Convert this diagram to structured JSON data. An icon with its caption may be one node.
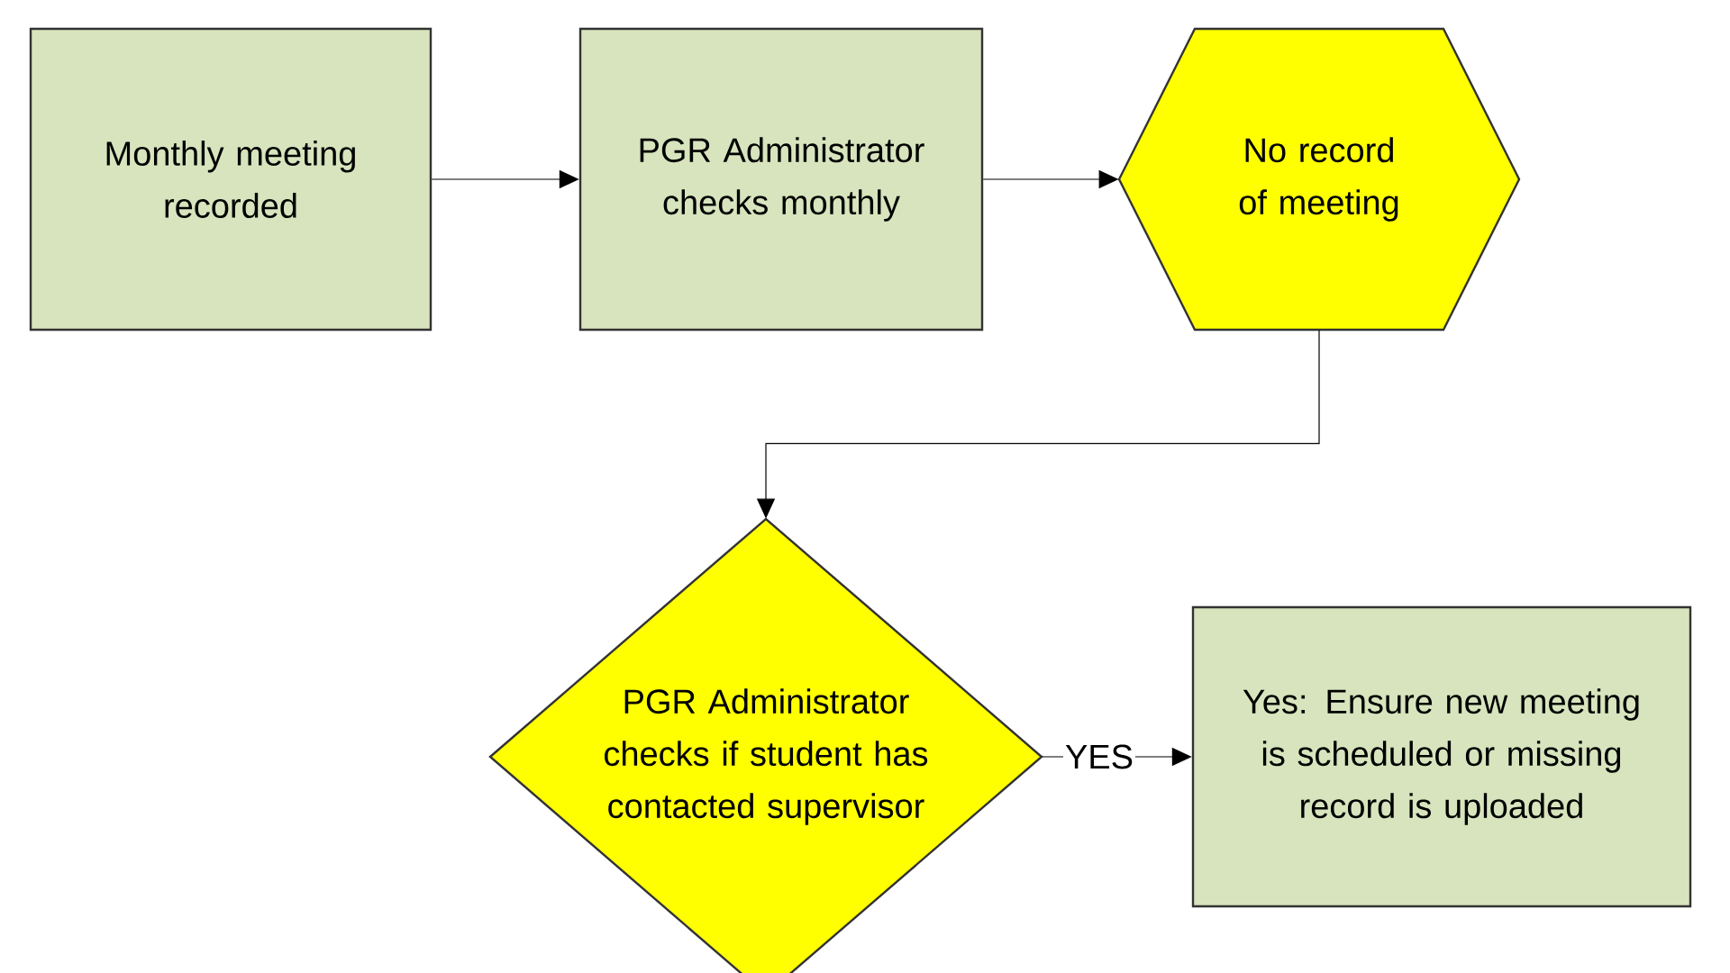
{
  "diagram": {
    "nodes": [
      {
        "text": [
          "Monthly meeting recorded"
        ]
      },
      {
        "text": [
          "PGR Administrator checks monthly"
        ]
      },
      {
        "text": [
          "No record of meeting"
        ]
      },
      {
        "text": [
          "PGR Administrator checks if student has contacted supervisor"
        ]
      },
      {
        "text": [
          "Yes: Ensure new meeting is scheduled or missing record is uploaded"
        ]
      }
    ],
    "edges": [
      {
        "from": 0,
        "to": 1,
        "arrow": "to"
      },
      {
        "from": 1,
        "to": 2,
        "arrow": "to"
      },
      {
        "from": 2,
        "to": 3,
        "arrow": "to"
      },
      {
        "from": 3,
        "to": 4,
        "arrow": "to",
        "label": "YES"
      }
    ]
  }
}
